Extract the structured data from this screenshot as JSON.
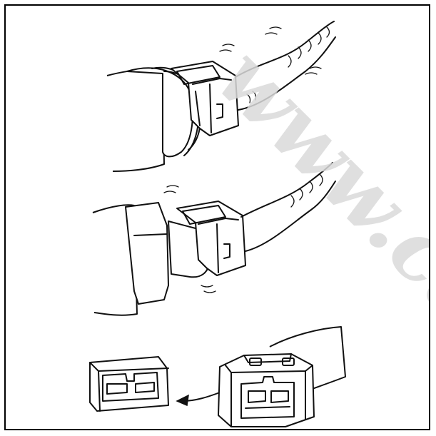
{
  "diagram": {
    "panels": [
      {
        "id": "connector-engaged"
      },
      {
        "id": "connector-partially-separated"
      },
      {
        "id": "connector-terminal-view"
      }
    ]
  },
  "watermark": {
    "text": "www.ca"
  },
  "colors": {
    "line": "#111111",
    "background": "#ffffff",
    "watermark": "#d9d9d9"
  }
}
